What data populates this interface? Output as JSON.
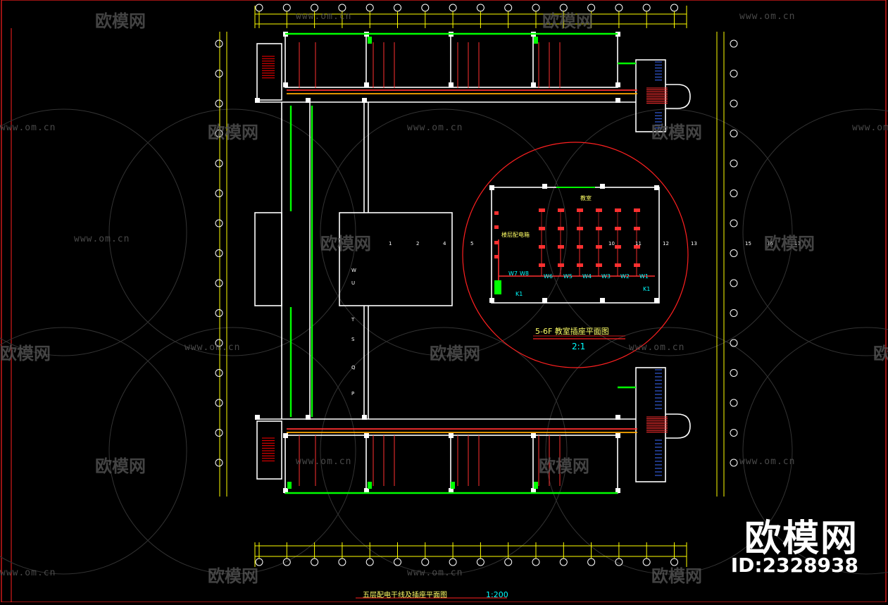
{
  "drawing": {
    "main_title": "五层配电干线及插座平面图",
    "main_scale": "1:200",
    "detail_title": "5-6F 教室插座平面图",
    "detail_scale": "2:1",
    "detail_room_label": "教室",
    "detail_panel_label": "楼层配电箱",
    "circuits": [
      "W7",
      "W8",
      "W6",
      "W5",
      "W4",
      "W3",
      "W2",
      "W1",
      "K1",
      "K1"
    ],
    "axis_numbers": [
      "1",
      "2",
      "4",
      "5",
      "10",
      "11",
      "12",
      "13",
      "15",
      "16",
      "17"
    ],
    "courtyard_letters": [
      "W",
      "U",
      "T",
      "S",
      "Q",
      "P"
    ]
  },
  "watermark": {
    "logo_text": "欧模网",
    "url_text": "www.om.cn"
  },
  "brand": {
    "name": "欧模网",
    "id_text": "ID:2328938"
  },
  "colors": {
    "background": "#000000",
    "wall": "#ffffff",
    "axis": "#ffff00",
    "bus": "#00ff00",
    "wire": "#ff3030",
    "stair": "#ff0000",
    "text": "#00ffff",
    "window": "#00ffff"
  }
}
